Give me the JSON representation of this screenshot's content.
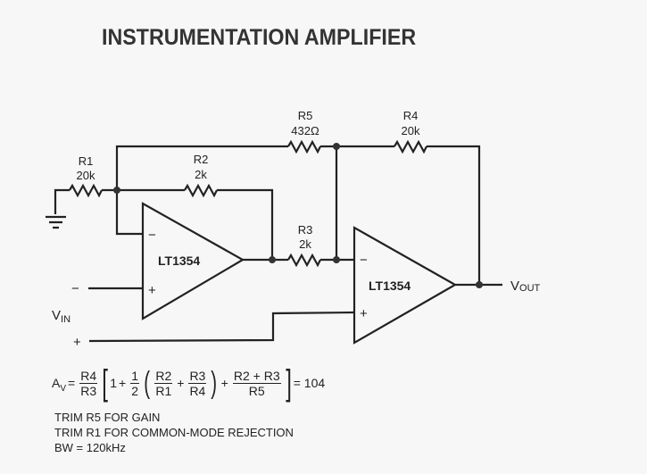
{
  "title": "INSTRUMENTATION AMPLIFIER",
  "components": {
    "R1": {
      "name": "R1",
      "value": "20k"
    },
    "R2": {
      "name": "R2",
      "value": "2k"
    },
    "R3": {
      "name": "R3",
      "value": "2k"
    },
    "R4": {
      "name": "R4",
      "value": "20k"
    },
    "R5": {
      "name": "R5",
      "value": "432Ω"
    },
    "U1": {
      "name": "LT1354"
    },
    "U2": {
      "name": "LT1354"
    }
  },
  "signals": {
    "vin_main": "V",
    "vin_sub": "IN",
    "vin_minus": "−",
    "vin_plus": "+",
    "vout_main": "V",
    "vout_sub": "OUT",
    "inv_sign": "−",
    "noninv_sign": "+"
  },
  "formula": {
    "lhs_main": "A",
    "lhs_sub": "V",
    "eq": "=",
    "f1_num": "R4",
    "f1_den": "R3",
    "one": "1",
    "plus": "+",
    "half_num": "1",
    "half_den": "2",
    "f2_num": "R2",
    "f2_den": "R1",
    "f3_num": "R3",
    "f3_den": "R4",
    "f4_num": "R2 + R3",
    "f4_den": "R5",
    "result": "= 104"
  },
  "notes": [
    "TRIM R5 FOR GAIN",
    "TRIM R1 FOR COMMON-MODE REJECTION",
    "BW = 120kHz"
  ]
}
